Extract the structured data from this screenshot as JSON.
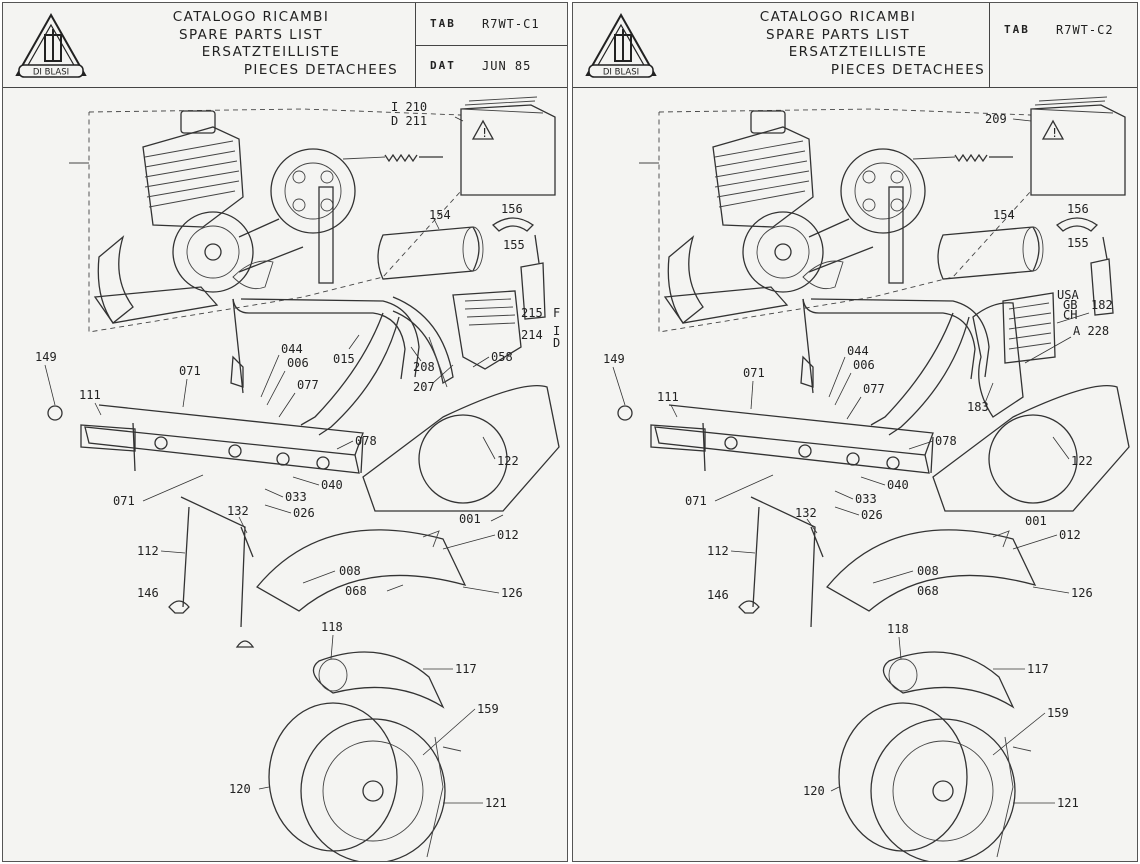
{
  "left": {
    "brand": "DI BLASI",
    "titles": [
      "CATALOGO RICAMBI",
      "SPARE PARTS LIST",
      "ERSATZTEILLISTE",
      "PIECES DETACHEES"
    ],
    "tab_label": "TAB",
    "tab_value": "R7WT-C1",
    "dat_label": "DAT",
    "dat_value": "JUN 85",
    "parts": {
      "p210": "I 210",
      "p211": "D 211",
      "p154": "154",
      "p156": "156",
      "p155": "155",
      "p215": "215",
      "p215s": "F",
      "p214": "214",
      "p214s1": "I",
      "p214s2": "D",
      "p149": "149",
      "p044": "044",
      "p006": "006",
      "p071a": "071",
      "p077": "077",
      "p015": "015",
      "p208": "208",
      "p058": "058",
      "p207": "207",
      "p111": "111",
      "p078": "078",
      "p122": "122",
      "p071b": "071",
      "p040": "040",
      "p033": "033",
      "p026": "026",
      "p132": "132",
      "p001": "001",
      "p012": "012",
      "p112": "112",
      "p008": "008",
      "p068": "068",
      "p126": "126",
      "p146": "146",
      "p118": "118",
      "p117": "117",
      "p159": "159",
      "p120": "120",
      "p121": "121"
    }
  },
  "right": {
    "brand": "DI BLASI",
    "titles": [
      "CATALOGO RICAMBI",
      "SPARE PARTS LIST",
      "ERSATZTEILLISTE",
      "PIECES DETACHEES"
    ],
    "tab_label": "TAB",
    "tab_value": "R7WT-C2",
    "parts": {
      "p209": "209",
      "p154": "154",
      "p156": "156",
      "p155": "155",
      "usa": "USA",
      "gb": "GB",
      "ch": "CH",
      "p182": "182",
      "p228": "A 228",
      "p149": "149",
      "p044": "044",
      "p006": "006",
      "p071a": "071",
      "p077": "077",
      "p183": "183",
      "p111": "111",
      "p078": "078",
      "p122": "122",
      "p071b": "071",
      "p040": "040",
      "p033": "033",
      "p026": "026",
      "p132": "132",
      "p001": "001",
      "p012": "012",
      "p112": "112",
      "p008": "008",
      "p068": "068",
      "p126": "126",
      "p146": "146",
      "p118": "118",
      "p117": "117",
      "p159": "159",
      "p120": "120",
      "p121": "121"
    }
  },
  "icons": {
    "logo": "di-blasi-logo-icon",
    "manual": "manual-booklet-icon",
    "warning": "warning-triangle-icon"
  }
}
